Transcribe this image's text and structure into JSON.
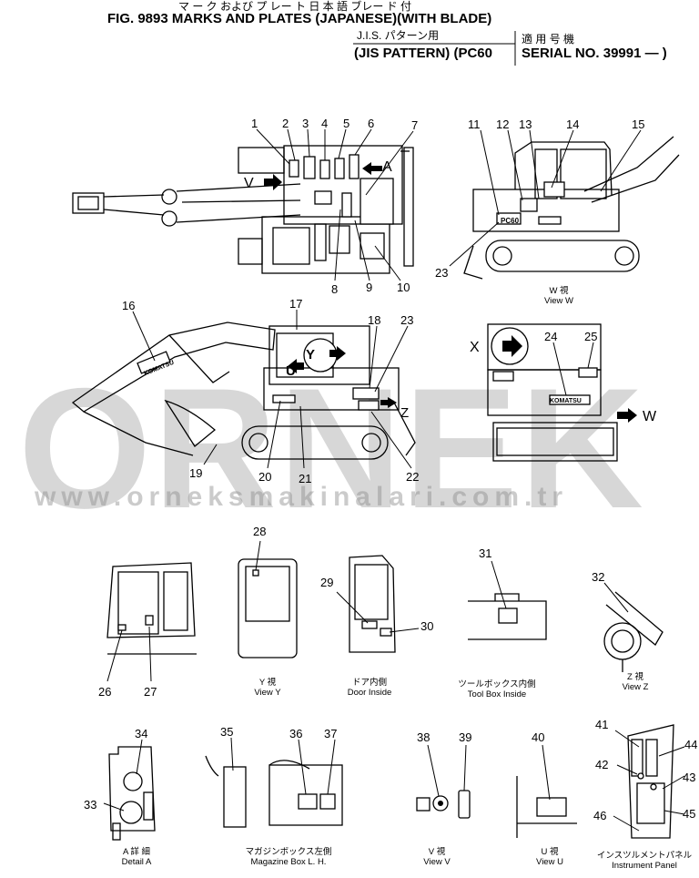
{
  "header": {
    "jp_line1": "マ ー ク および プ レー ト    日 本 語       ブレー ド 付",
    "title": "FIG. 9893  MARKS AND PLATES (JAPANESE)(WITH BLADE)",
    "jp_line2": "J.I.S. パターン用",
    "applicable_jp": "適 用 号 機",
    "pattern": "(JIS PATTERN)  (PC60",
    "serial": "SERIAL NO. 39991 —  )"
  },
  "watermark": {
    "logo": "ORNEK",
    "url": "www.orneksmakinalari.com.tr"
  },
  "callouts": [
    "1",
    "2",
    "3",
    "4",
    "5",
    "6",
    "7",
    "8",
    "9",
    "10",
    "11",
    "12",
    "13",
    "14",
    "15",
    "16",
    "17",
    "18",
    "19",
    "20",
    "21",
    "22",
    "23",
    "23",
    "24",
    "25",
    "26",
    "27",
    "28",
    "29",
    "30",
    "31",
    "32",
    "33",
    "34",
    "35",
    "36",
    "37",
    "38",
    "39",
    "40",
    "41",
    "42",
    "43",
    "45",
    "46"
  ],
  "view_markers": {
    "V": "V",
    "A": "A",
    "U": "U",
    "Y": "Y",
    "Z": "Z",
    "X": "X",
    "W": "W"
  },
  "machine_text": {
    "brand1": "KOMATSU",
    "brand2": "KOMATSU",
    "model": "PC60"
  },
  "views": {
    "view_w_jp": "W  視",
    "view_w": "View  W",
    "view_y_jp": "Y  視",
    "view_y": "View  Y",
    "door_jp": "ドア内側",
    "door": "Door  Inside",
    "toolbox_jp": "ツールボックス内側",
    "toolbox": "Tool Box Inside",
    "view_z_jp": "Z  視",
    "view_z": "View  Z",
    "detail_a_jp": "A  詳 細",
    "detail_a": "Detail  A",
    "magazine_jp": "マガジンボックス左側",
    "magazine": "Magazine Box L. H.",
    "view_v_jp": "V  視",
    "view_v": "View  V",
    "view_u_jp": "U  視",
    "view_u": "View  U",
    "panel_jp": "インスツルメントパネル",
    "panel": "Instrument Panel"
  }
}
